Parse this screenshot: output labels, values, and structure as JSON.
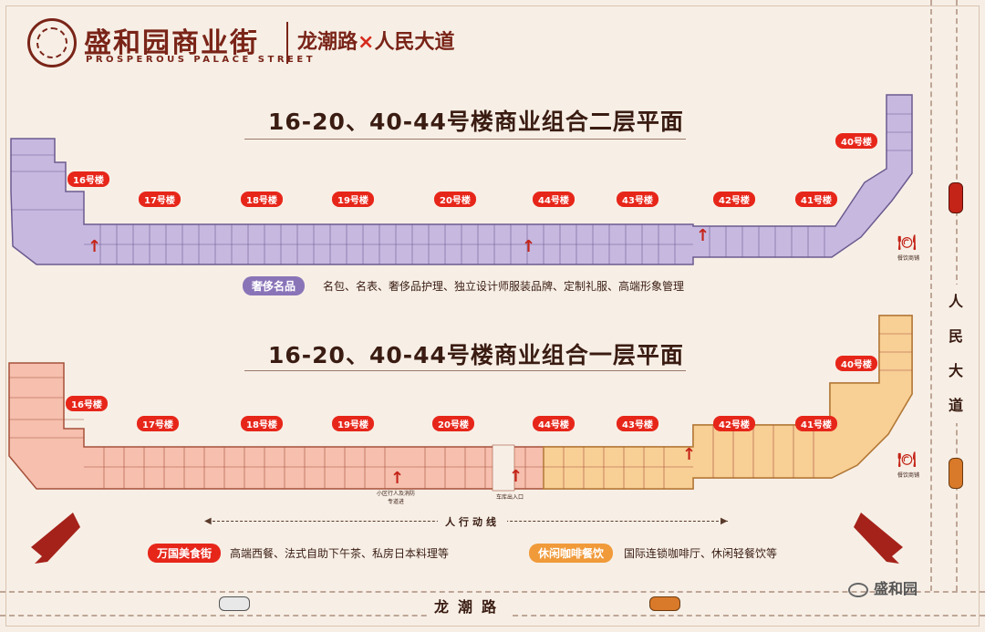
{
  "brand": {
    "name_cn": "盛和园商业街",
    "name_en": "PROSPEROUS PALACE STREET",
    "road_a": "龙潮路",
    "road_x": "×",
    "road_b": "人民大道"
  },
  "floor2": {
    "title": "16-20、40-44号楼商业组合二层平面",
    "buildings": [
      "16号楼",
      "17号楼",
      "18号楼",
      "19号楼",
      "20号楼",
      "44号楼",
      "43号楼",
      "42号楼",
      "41号楼",
      "40号楼"
    ],
    "category": "奢侈名品",
    "category_desc": "名包、名表、奢侈品护理、独立设计师服装品牌、定制礼服、高端形象管理",
    "dining_label": "餐饮商铺"
  },
  "floor1": {
    "title": "16-20、40-44号楼商业组合一层平面",
    "buildings": [
      "16号楼",
      "17号楼",
      "18号楼",
      "19号楼",
      "20号楼",
      "44号楼",
      "43号楼",
      "42号楼",
      "41号楼",
      "40号楼"
    ],
    "entry_residential": "小区行人及消防专道进",
    "entry_vehicle": "车库出入口",
    "dining_label": "餐饮商铺"
  },
  "flow": {
    "label": "人行动线"
  },
  "categories": [
    {
      "name": "万国美食街",
      "desc": "高端西餐、法式自助下午茶、私房日本料理等",
      "color": "#e7261a"
    },
    {
      "name": "休闲咖啡餐饮",
      "desc": "国际连锁咖啡厅、休闲轻餐饮等",
      "color": "#f09a3a"
    }
  ],
  "roads": {
    "horizontal": "龙潮路",
    "vertical": "人民大道"
  },
  "watermark": "盛和园",
  "colors": {
    "floor2": "#c7b8e0",
    "floor1_west": "#f6bfae",
    "floor1_east": "#f8cf95",
    "accent": "#e7261a",
    "brand": "#7a2418"
  }
}
